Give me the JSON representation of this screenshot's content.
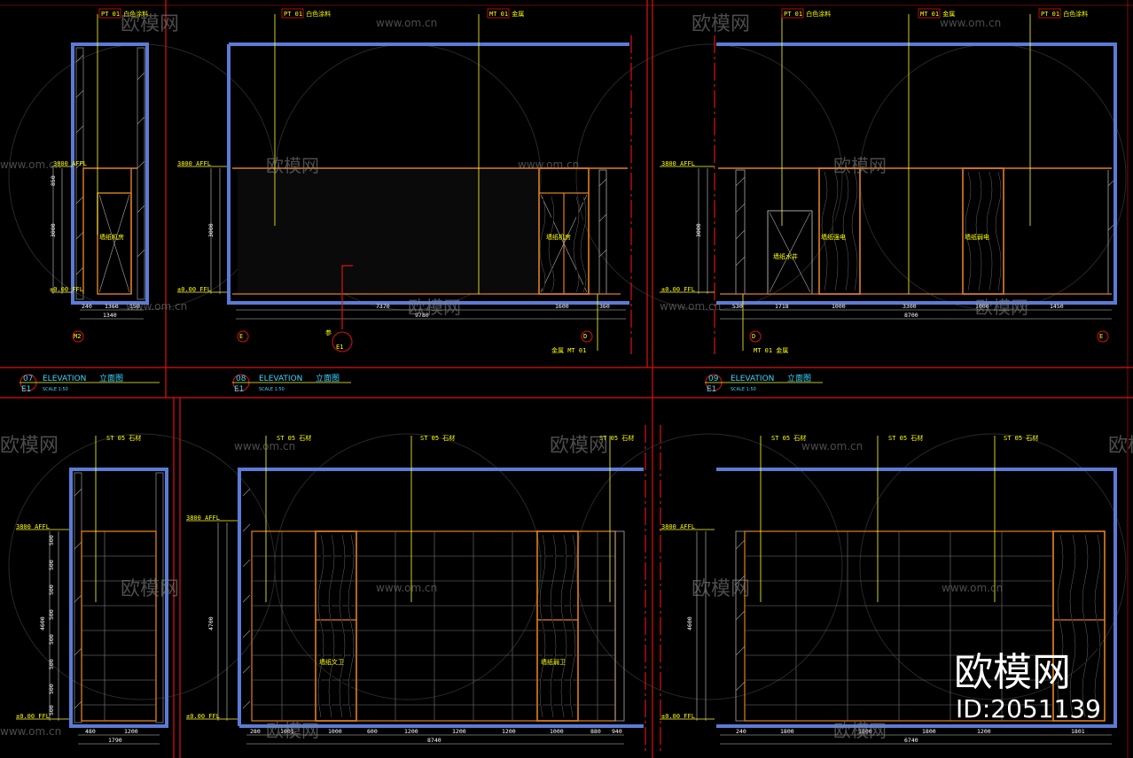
{
  "watermark": {
    "brand": "欧模网",
    "site": "www.om.cn",
    "big_brand": "欧模网",
    "id_text": "ID:2051139"
  },
  "titles": {
    "e07": {
      "num": "07",
      "sheet": "E1",
      "label": "ELEVATION",
      "cn": "立面图",
      "scale": "SCALE 1:50"
    },
    "e08": {
      "num": "08",
      "sheet": "E1",
      "label": "ELEVATION",
      "cn": "立面图",
      "scale": "SCALE 1:50"
    },
    "e09": {
      "num": "09",
      "sheet": "E1",
      "label": "ELEVATION",
      "cn": "立面图",
      "scale": "SCALE 1:50"
    }
  },
  "materials": {
    "pt01": "PT 01 白色涂料",
    "mt01": "MT 01 金属",
    "st05": "ST 05 石材",
    "mt01_bottom": "金属 MT 01"
  },
  "notes": {
    "n1": "墙纸机房",
    "n2": "墙纸机房",
    "n3": "墙纸水井",
    "n4": "墙纸强电",
    "n5": "墙纸弱电",
    "n6": "墙纸文卫",
    "n7": "墙纸弱卫"
  },
  "levels": {
    "ceiling": "3800 AFFL",
    "floor": "±0.00 FFL"
  },
  "dims": {
    "e07_w": [
      "240",
      "1360",
      "150"
    ],
    "e07_total": "1340",
    "e07_v": [
      "850",
      "3000"
    ],
    "e08_w": [
      "7370",
      "1600",
      "360"
    ],
    "e08_total": "9780",
    "e08_v": "3000",
    "e09_w": [
      "530",
      "1718",
      "1000",
      "3300",
      "1000",
      "1450"
    ],
    "e09_total": "8700",
    "e09_v": "3000",
    "b1_w": [
      "480",
      "1200"
    ],
    "b1_total": "1790",
    "b1_v": [
      "500",
      "500",
      "500",
      "500",
      "500",
      "500",
      "500",
      "500"
    ],
    "b1_h": "4600",
    "b2_w": [
      "280",
      "1001",
      "1000",
      "600",
      "1200",
      "1200",
      "1200",
      "1000",
      "880",
      "940"
    ],
    "b2_total": "8740",
    "b2_h": "4700",
    "b3_w": [
      "240",
      "1800",
      "1800",
      "1800",
      "1200",
      "1801"
    ],
    "b3_total": "6740",
    "b3_h": "4600"
  },
  "axes": {
    "a1": "M2",
    "a2": "E",
    "a3": "D",
    "a4": "D",
    "a5": "E",
    "callout": "参",
    "callout_sheet": "E1"
  }
}
